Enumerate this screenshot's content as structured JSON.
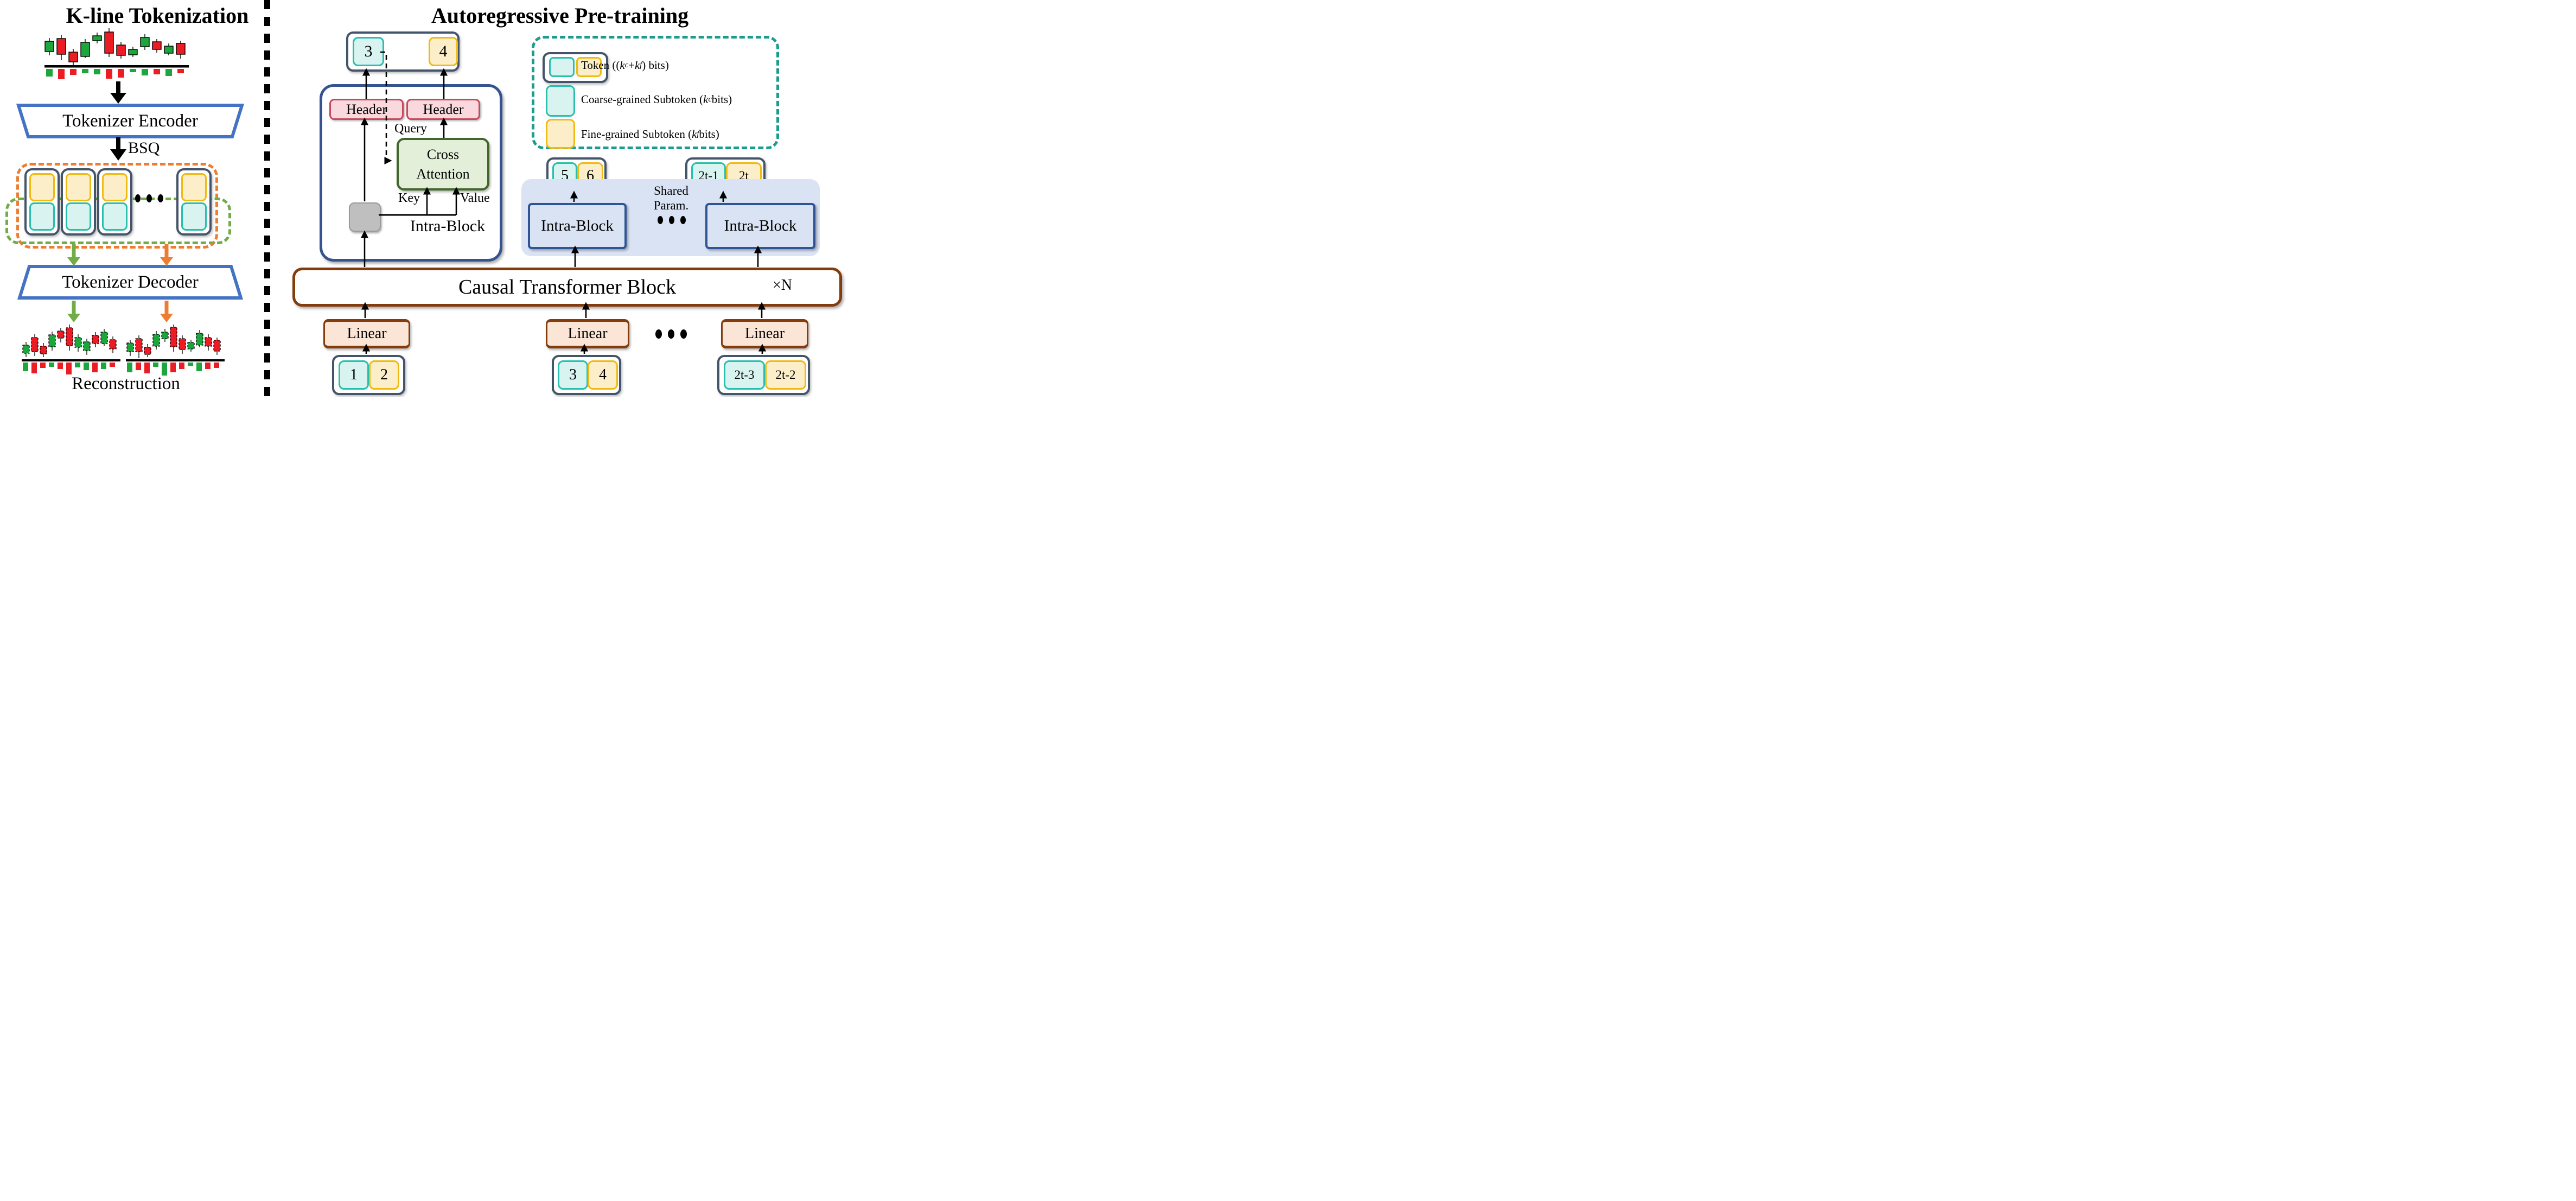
{
  "left": {
    "title": "K-line Tokenization",
    "encoder": "Tokenizer Encoder",
    "bsq": "BSQ",
    "decoder": "Tokenizer Decoder",
    "reconstruction": "Reconstruction"
  },
  "right": {
    "title": "Autoregressive Pre-training",
    "detail": {
      "header_left": "Header",
      "header_right": "Header",
      "cross1": "Cross",
      "cross2": "Attention",
      "query": "Query",
      "key": "Key",
      "value": "Value",
      "intra": "Intra-Block"
    },
    "legend": {
      "token": {
        "pre": "Token ((",
        "k1": "k",
        "sub1": "c",
        "plus": " + ",
        "k2": "k",
        "sub2": "f",
        "post": ") bits)"
      },
      "coarse": {
        "pre": "Coarse-grained Subtoken (",
        "k": "k",
        "sub": "c",
        "post": " bits)"
      },
      "fine": {
        "pre": "Fine-grained Subtoken (",
        "k": "k",
        "sub": "f",
        "post": " bits)"
      }
    },
    "pairs": {
      "top": [
        "3",
        "4"
      ],
      "mid1": [
        "5",
        "6"
      ],
      "mid2": [
        "2t-1",
        "2t"
      ],
      "bot1": [
        "1",
        "2"
      ],
      "bot2": [
        "3",
        "4"
      ],
      "bot3": [
        "2t-3",
        "2t-2"
      ]
    },
    "shared1": "Shared",
    "shared2": "Param.",
    "intra_left": "Intra-Block",
    "intra_right": "Intra-Block",
    "causal": "Causal Transformer Block",
    "xn": "×N",
    "linear": [
      "Linear",
      "Linear",
      "Linear"
    ]
  },
  "colors": {
    "accent_blue": "#4472C4",
    "dark_navy": "#44546A",
    "teal_border": "#29BFAE",
    "teal_fill": "#D9F4F0",
    "gold_border": "#F0BA12",
    "gold_fill": "#FCEEC8",
    "orange_dash": "#ED7D31",
    "green_dash": "#70AD47",
    "legend_dash": "#1B9C8F",
    "pink_fill": "#F9D9DE",
    "pink_border": "#C9485B",
    "green_fill": "#E3EFD8",
    "green_border": "#41682C",
    "brown": "#843C0C",
    "linear_fill": "#FBE5D6",
    "lavender": "#DAE3F3",
    "intra_blue": "#2F5597",
    "candle_green": "#1CA63B",
    "candle_red": "#EC1C24"
  }
}
